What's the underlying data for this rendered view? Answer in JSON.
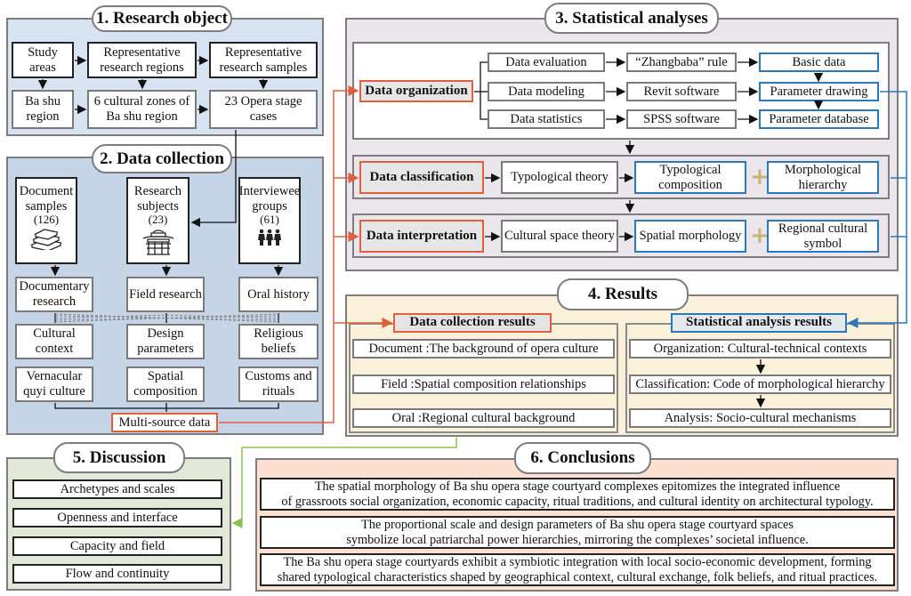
{
  "sections": {
    "research_object": {
      "title": "1. Research object",
      "top_row": [
        "Study areas",
        "Representative research regions",
        "Representative research samples"
      ],
      "bottom_row": [
        "Ba shu region",
        "6 cultural zones of Ba shu region",
        "23 Opera stage cases"
      ]
    },
    "data_collection": {
      "title": "2. Data collection",
      "sources": [
        {
          "label": "Document samples",
          "count": "(126)",
          "icon": "books-icon"
        },
        {
          "label": "Research subjects",
          "count": "(23)",
          "icon": "opera-stage-icon"
        },
        {
          "label": "Interviewee groups",
          "count": "(61)",
          "icon": "people-group-icon"
        }
      ],
      "methods": [
        "Documentary research",
        "Field research",
        "Oral history"
      ],
      "aspects_row1": [
        "Cultural context",
        "Design parameters",
        "Religious beliefs"
      ],
      "aspects_row2": [
        "Vernacular quyi culture",
        "Spatial composition",
        "Customs and rituals"
      ],
      "output": "Multi-source data"
    },
    "statistical_analyses": {
      "title": "3. Statistical analyses",
      "organization": {
        "label": "Data organization",
        "steps": [
          "Data evaluation",
          "Data modeling",
          "Data statistics"
        ],
        "tools": [
          "“Zhangbaba” rule",
          "Revit software",
          "SPSS software"
        ],
        "outputs": [
          "Basic data",
          "Parameter drawing",
          "Parameter database"
        ]
      },
      "classification": {
        "label": "Data classification",
        "theory": "Typological theory",
        "output_a": "Typological composition",
        "output_b": "Morphological hierarchy"
      },
      "interpretation": {
        "label": "Data interpretation",
        "theory": "Cultural space theory",
        "output_a": "Spatial morphology",
        "output_b": "Regional cultural symbol"
      },
      "plus_symbol": "+"
    },
    "results": {
      "title": "4. Results",
      "collection": {
        "header": "Data collection results",
        "items": [
          "Document :The background of opera culture",
          "Field :Spatial composition relationships",
          "Oral :Regional cultural background"
        ]
      },
      "analysis": {
        "header": "Statistical analysis results",
        "items": [
          "Organization: Cultural-technical contexts",
          "Classification: Code of morphological hierarchy",
          "Analysis: Socio-cultural mechanisms"
        ]
      }
    },
    "discussion": {
      "title": "5. Discussion",
      "items": [
        "Archetypes and scales",
        "Openness and interface",
        "Capacity and field",
        "Flow and continuity"
      ]
    },
    "conclusions": {
      "title": "6. Conclusions",
      "items": [
        {
          "line1": "The spatial morphology of Ba shu opera stage courtyard complexes epitomizes the integrated influence",
          "line2": "of grassroots social organization, economic capacity, ritual traditions, and cultural identity on architectural typology."
        },
        {
          "line1": "The proportional scale and design parameters of Ba shu opera stage courtyard spaces",
          "line2": "symbolize local patriarchal power hierarchies, mirroring the complexes’ societal influence."
        },
        {
          "line1": "The Ba shu opera stage courtyards exhibit a symbiotic integration with local socio-economic development, forming",
          "line2": "shared typological characteristics shaped by geographical context, cultural exchange, folk beliefs, and ritual practices."
        }
      ]
    }
  },
  "colors": {
    "orange_connector": "#e0603d",
    "blue_connector": "#2a79b8",
    "green_connector": "#8cc152",
    "plus_gold": "#c8b575"
  }
}
